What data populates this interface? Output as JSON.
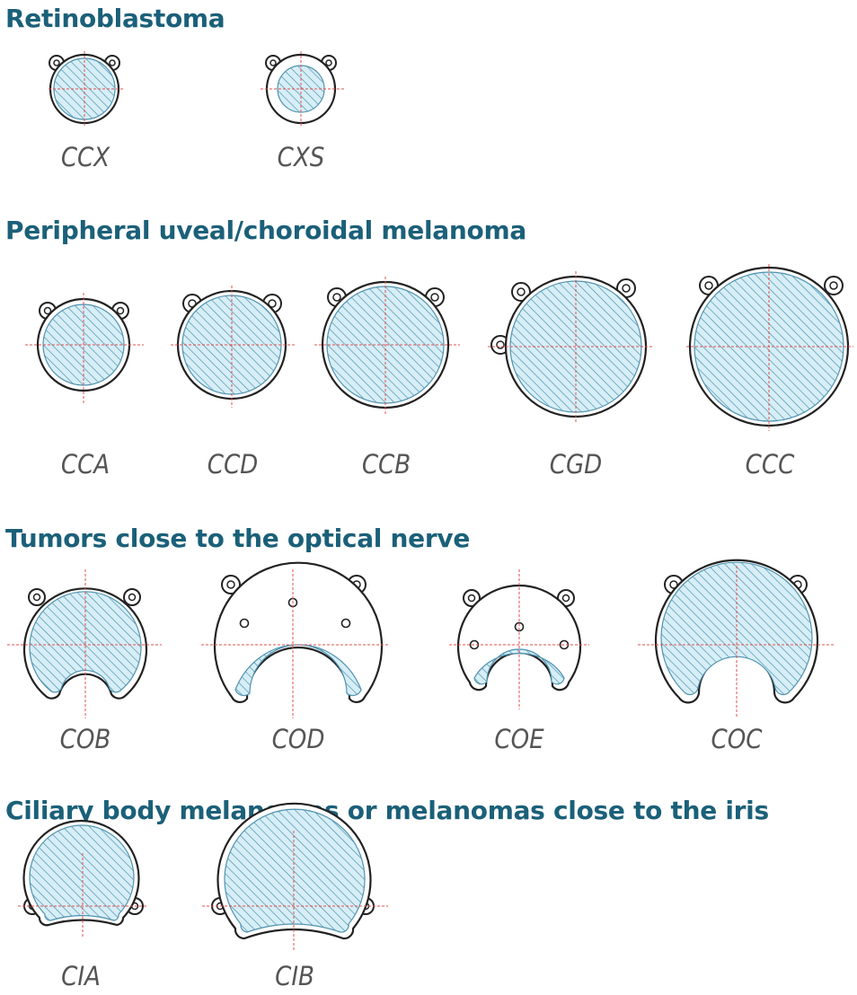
{
  "sections": [
    {
      "title": "Retinoblastoma",
      "plaques": [
        "CCX",
        "CXS"
      ]
    },
    {
      "title": "Peripheral uveal/choroidal melanoma",
      "plaques": [
        "CCA",
        "CCD",
        "CCB",
        "CGD",
        "CCC"
      ]
    },
    {
      "title": "Tumors close to the optical nerve",
      "plaques": [
        "COB",
        "COD",
        "COE",
        "COC"
      ]
    },
    {
      "title": "Ciliary body melanomas or melanomas close to the iris",
      "plaques": [
        "CIA",
        "CIB"
      ]
    }
  ],
  "colors": {
    "title": "#1b6079",
    "label": "#555555",
    "outline": "#222222",
    "fill": "#d7eef6",
    "hatch": "#4f93b0",
    "crosshair": "#e05050"
  }
}
